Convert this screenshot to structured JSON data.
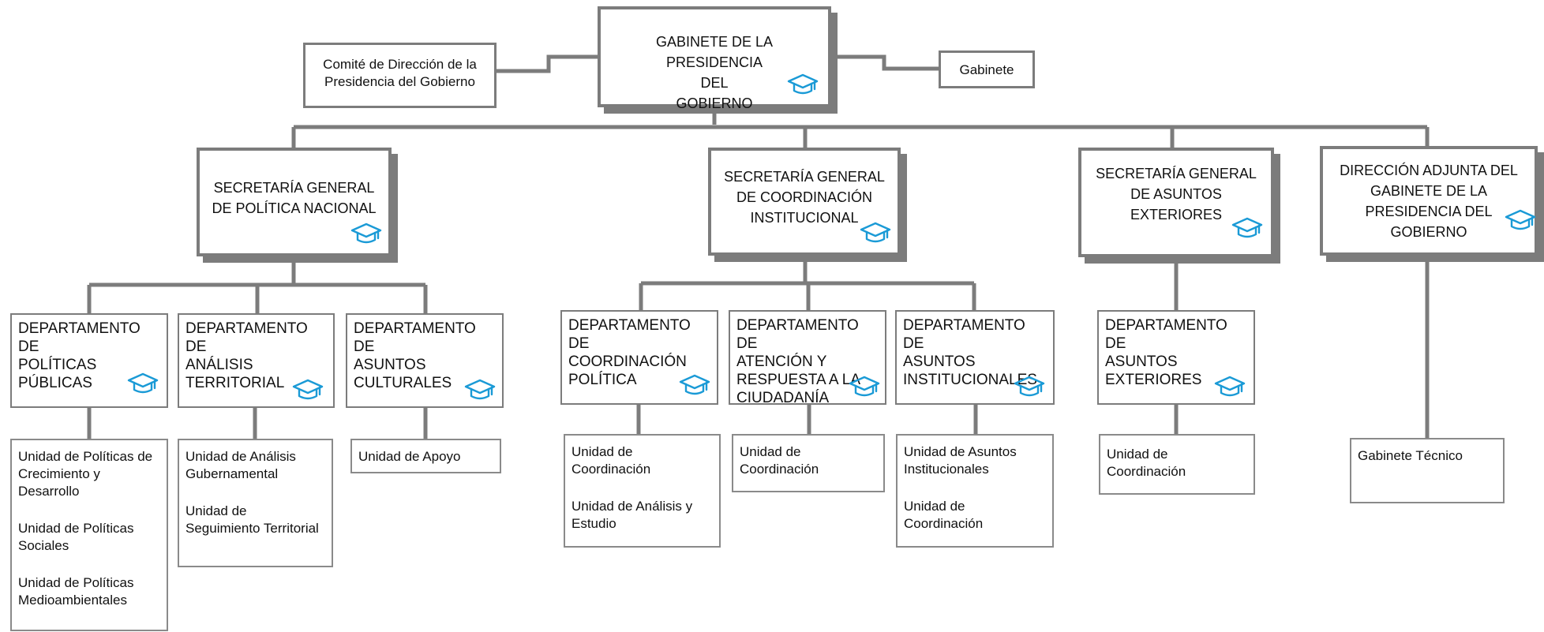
{
  "colors": {
    "line": "#7c7c7c",
    "icon": "#1a9ad6"
  },
  "icon_name": "graduation-cap-icon",
  "top": {
    "title_line1": "GABINETE DE LA PRESIDENCIA",
    "title_line2": "DEL",
    "title_line3": "GOBIERNO"
  },
  "comite": {
    "line1": "Comité de Dirección de la",
    "line2": "Presidencia del Gobierno"
  },
  "gabinete": {
    "label": "Gabinete"
  },
  "sec_politica": {
    "line1": "SECRETARÍA GENERAL",
    "line2": "DE POLÍTICA NACIONAL"
  },
  "sec_coord": {
    "line1": "SECRETARÍA GENERAL",
    "line2": "DE COORDINACIÓN",
    "line3": "INSTITUCIONAL"
  },
  "sec_exteriores": {
    "line1": "SECRETARÍA GENERAL",
    "line2": "DE ASUNTOS",
    "line3": "EXTERIORES"
  },
  "dir_adjunta": {
    "line1": "DIRECCIÓN ADJUNTA DEL",
    "line2": "GABINETE DE LA",
    "line3": "PRESIDENCIA DEL",
    "line4": "GOBIERNO"
  },
  "dept_politicas": {
    "line1": "DEPARTAMENTO DE",
    "line2": "POLÍTICAS PÚBLICAS"
  },
  "dept_analisis": {
    "line1": "DEPARTAMENTO DE",
    "line2": "ANÁLISIS",
    "line3": "TERRITORIAL"
  },
  "dept_culturales": {
    "line1": "DEPARTAMENTO DE",
    "line2": "ASUNTOS",
    "line3": "CULTURALES"
  },
  "dept_coord_politica": {
    "line1": "DEPARTAMENTO DE",
    "line2": "COORDINACIÓN",
    "line3": "POLÍTICA"
  },
  "dept_atencion": {
    "line1": "DEPARTAMENTO DE",
    "line2": "ATENCIÓN Y",
    "line3": "RESPUESTA A LA",
    "line4": "CIUDADANÍA"
  },
  "dept_institucionales": {
    "line1": "DEPARTAMENTO DE",
    "line2": "ASUNTOS",
    "line3": "INSTITUCIONALES"
  },
  "dept_exteriores": {
    "line1": "DEPARTAMENTO DE",
    "line2": "ASUNTOS",
    "line3": "EXTERIORES"
  },
  "unit_politicas": {
    "item1_l1": "Unidad de Políticas de",
    "item1_l2": "Crecimiento y",
    "item1_l3": "Desarrollo",
    "item2_l1": "Unidad de Políticas",
    "item2_l2": "Sociales",
    "item3_l1": "Unidad de Políticas",
    "item3_l2": "Medioambientales"
  },
  "unit_analisis": {
    "item1_l1": "Unidad de Análisis",
    "item1_l2": "Gubernamental",
    "item2_l1": "Unidad de",
    "item2_l2": "Seguimiento Territorial"
  },
  "unit_culturales": {
    "item1_l1": "Unidad de Apoyo"
  },
  "unit_coord_politica": {
    "item1_l1": "Unidad de",
    "item1_l2": "Coordinación",
    "item2_l1": "Unidad de Análisis y",
    "item2_l2": "Estudio"
  },
  "unit_atencion": {
    "item1_l1": "Unidad de",
    "item1_l2": "Coordinación"
  },
  "unit_institucionales": {
    "item1_l1": "Unidad de Asuntos",
    "item1_l2": "Institucionales",
    "item2_l1": "Unidad de",
    "item2_l2": "Coordinación"
  },
  "unit_exteriores": {
    "item1_l1": "Unidad de",
    "item1_l2": "Coordinación"
  },
  "unit_tecnico": {
    "item1_l1": "Gabinete Técnico"
  }
}
